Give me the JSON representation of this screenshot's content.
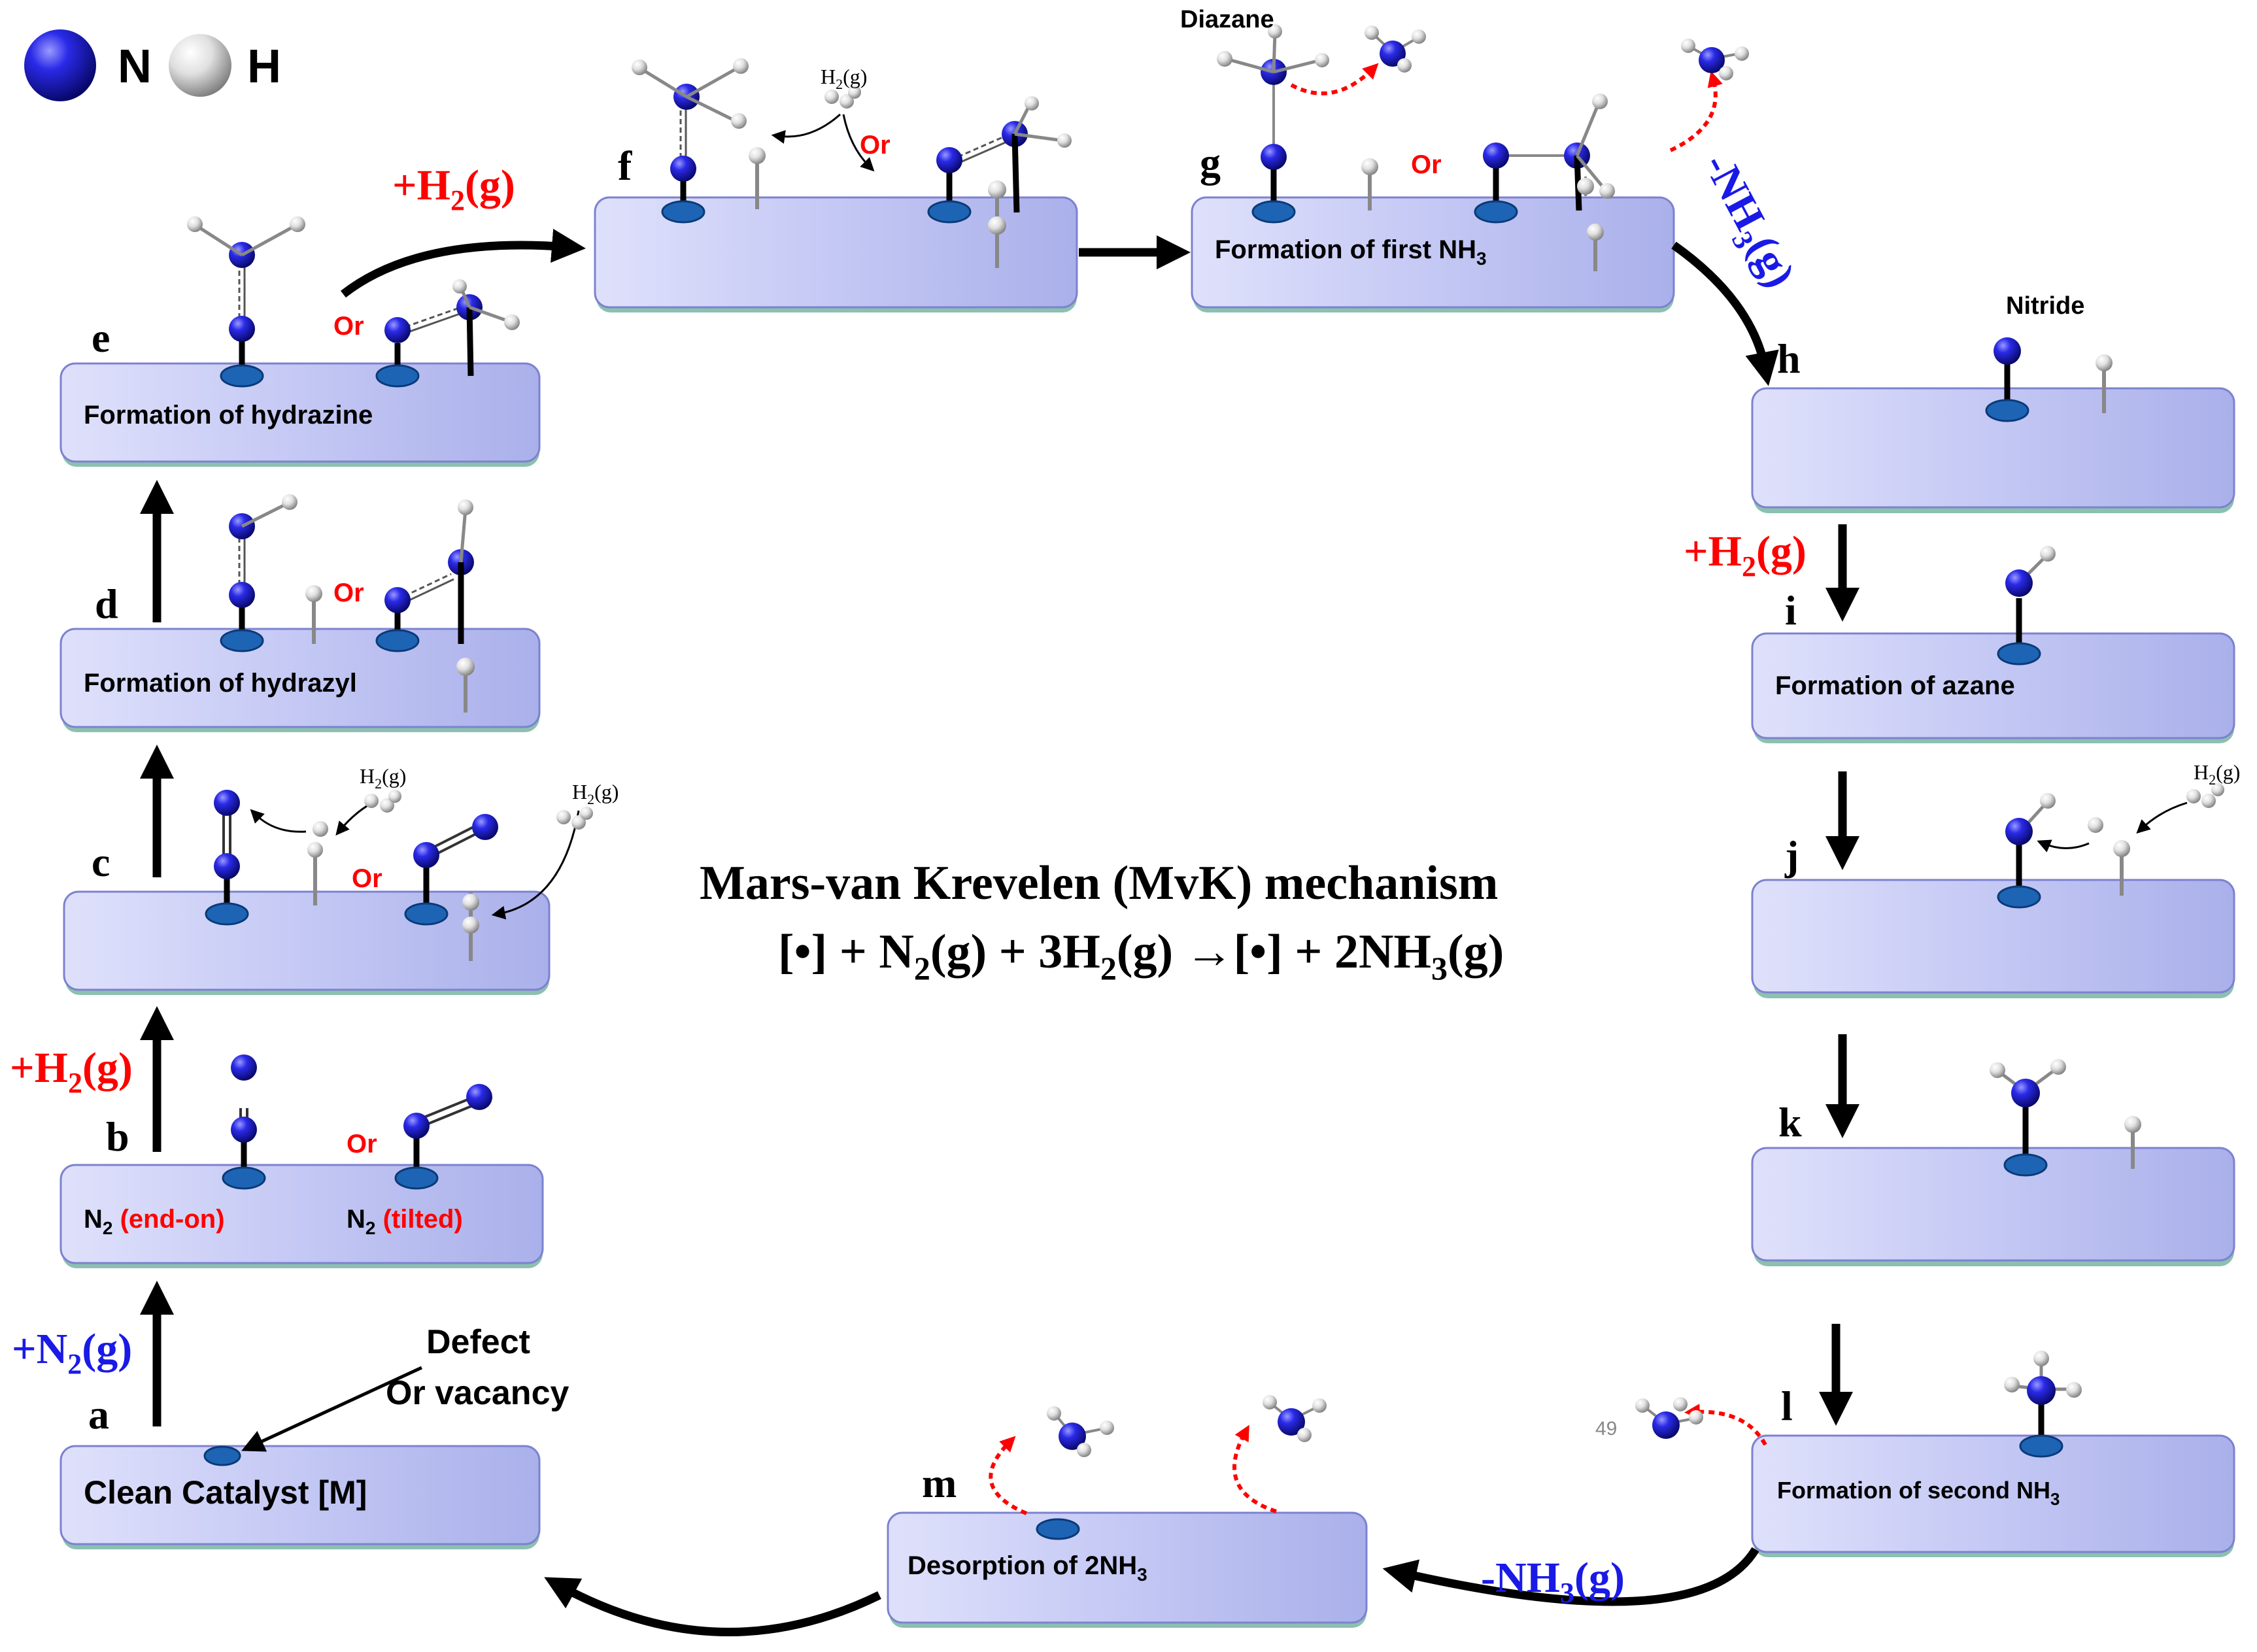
{
  "legend": {
    "n_label": "N",
    "h_label": "H"
  },
  "title": {
    "line1": "Mars-van Krevelen (MvK) mechanism",
    "eq_p1": "[•] + N",
    "eq_s1": "2",
    "eq_p2": "(g) + 3H",
    "eq_s2": "2",
    "eq_p3": "(g) →[•] + 2NH",
    "eq_s3": "3",
    "eq_p4": "(g)"
  },
  "colors": {
    "nitrogen": "#1414c8",
    "hydrogen": "#d8d8d8",
    "surface_fill": "#c4c8f4",
    "site": "#1e64b4",
    "addition": "#ff0000",
    "removal": "#1a1ae6",
    "arrow": "#000000"
  },
  "steps": {
    "a": {
      "letter": "a",
      "label": "Clean Catalyst [M]"
    },
    "b": {
      "letter": "b",
      "label_1": "N",
      "sub_1": "2",
      "tag_1": " (end-on)",
      "label_2": "N",
      "sub_2": "2",
      "tag_2": " (tilted)"
    },
    "c": {
      "letter": "c"
    },
    "d": {
      "letter": "d",
      "label": "Formation of hydrazyl"
    },
    "e": {
      "letter": "e",
      "label": "Formation of hydrazine"
    },
    "f": {
      "letter": "f"
    },
    "g": {
      "letter": "g",
      "label": "Formation of first NH",
      "sub": "3"
    },
    "h": {
      "letter": "h"
    },
    "i": {
      "letter": "i",
      "label": "Formation of azane"
    },
    "j": {
      "letter": "j"
    },
    "k": {
      "letter": "k"
    },
    "l": {
      "letter": "l",
      "label": "Formation of second NH",
      "sub": "3"
    },
    "m": {
      "letter": "m",
      "label": "Desorption of 2NH",
      "sub": "3"
    }
  },
  "annotations": {
    "or": "Or",
    "defect_1": "Defect",
    "defect_2": "Or vacancy",
    "diazane": "Diazane",
    "nitride": "Nitride",
    "page_number": "49",
    "h2g": {
      "p": "H",
      "s": "2",
      "t": "(g)"
    }
  },
  "transitions": {
    "a_b": {
      "p": "+N",
      "s": "2",
      "t": "(g)"
    },
    "b_c": {
      "p": "+H",
      "s": "2",
      "t": "(g)"
    },
    "e_f": {
      "p": "+H",
      "s": "2",
      "t": "(g)"
    },
    "g_h": {
      "p": "-NH",
      "s": "3",
      "t": "(g)"
    },
    "h_i": {
      "p": "+H",
      "s": "2",
      "t": "(g)"
    },
    "l_m": {
      "p": "-NH",
      "s": "3",
      "t": "(g)"
    }
  }
}
